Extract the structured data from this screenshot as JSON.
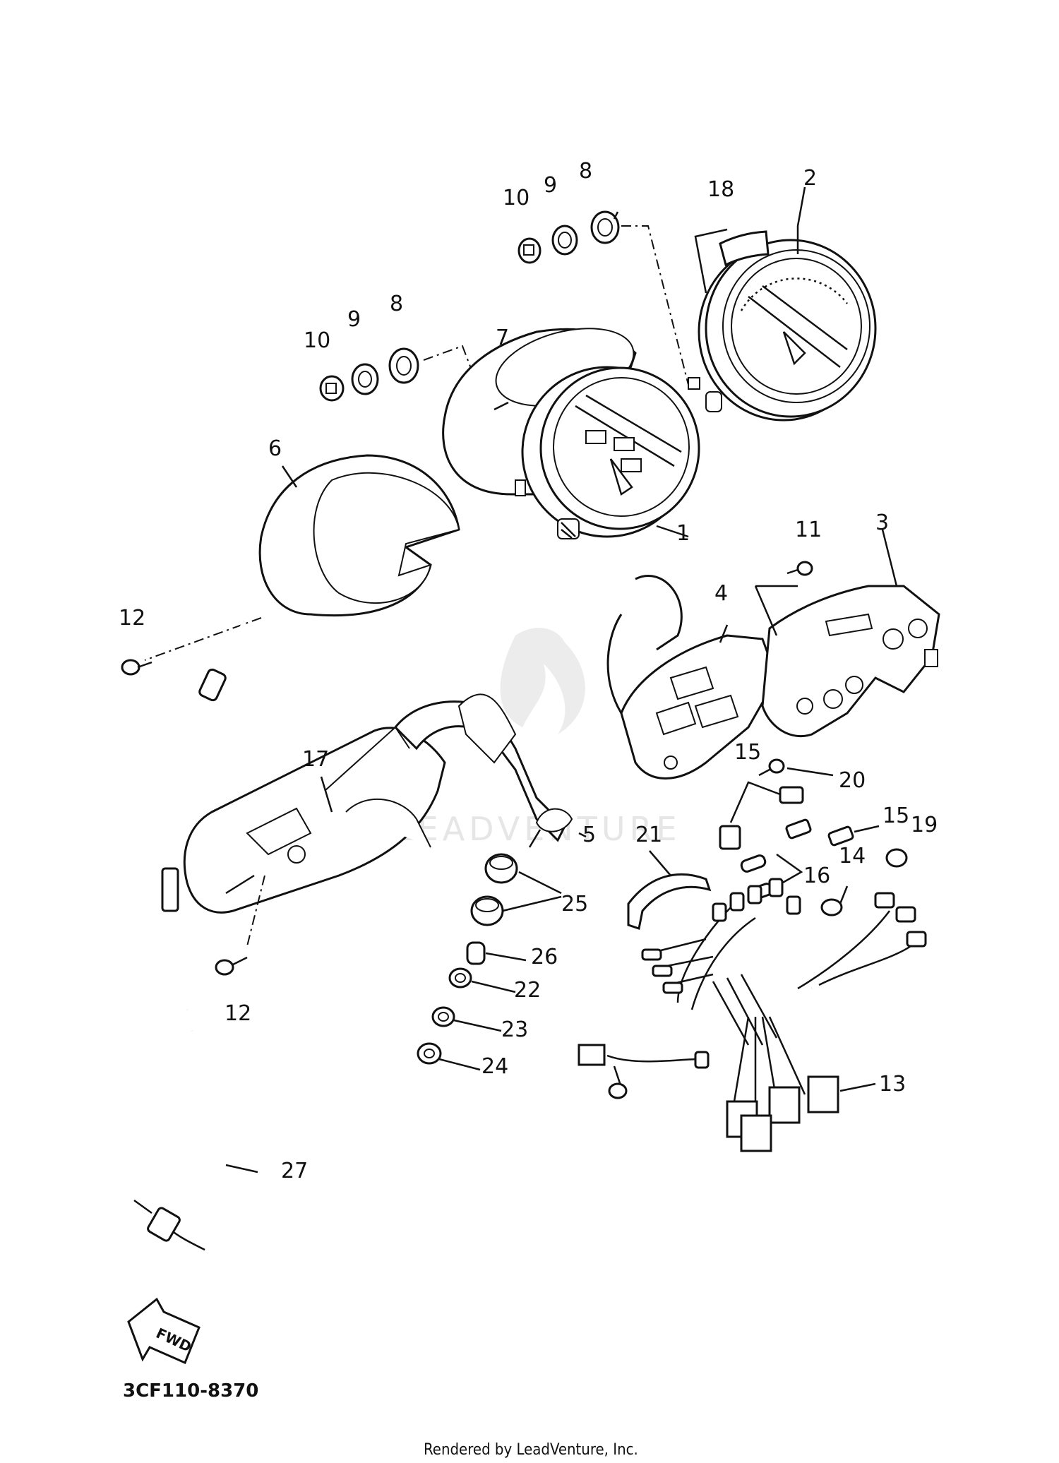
{
  "diagram": {
    "code": "3CF110-8370",
    "footer": "Rendered by LeadVenture, Inc.",
    "watermark": "LEADVENTURE",
    "fwd_label": "FWD",
    "callouts": [
      {
        "id": "c1",
        "label": "1"
      },
      {
        "id": "c2",
        "label": "2"
      },
      {
        "id": "c3",
        "label": "3"
      },
      {
        "id": "c4",
        "label": "4"
      },
      {
        "id": "c5",
        "label": "5"
      },
      {
        "id": "c6",
        "label": "6"
      },
      {
        "id": "c7",
        "label": "7"
      },
      {
        "id": "c8a",
        "label": "8"
      },
      {
        "id": "c8b",
        "label": "8"
      },
      {
        "id": "c9a",
        "label": "9"
      },
      {
        "id": "c9b",
        "label": "9"
      },
      {
        "id": "c10a",
        "label": "10"
      },
      {
        "id": "c10b",
        "label": "10"
      },
      {
        "id": "c11",
        "label": "11"
      },
      {
        "id": "c12a",
        "label": "12"
      },
      {
        "id": "c12b",
        "label": "12"
      },
      {
        "id": "c13",
        "label": "13"
      },
      {
        "id": "c14",
        "label": "14"
      },
      {
        "id": "c15a",
        "label": "15"
      },
      {
        "id": "c15b",
        "label": "15"
      },
      {
        "id": "c16",
        "label": "16"
      },
      {
        "id": "c17",
        "label": "17"
      },
      {
        "id": "c18",
        "label": "18"
      },
      {
        "id": "c19",
        "label": "19"
      },
      {
        "id": "c20",
        "label": "20"
      },
      {
        "id": "c21",
        "label": "21"
      },
      {
        "id": "c22",
        "label": "22"
      },
      {
        "id": "c23",
        "label": "23"
      },
      {
        "id": "c24",
        "label": "24"
      },
      {
        "id": "c25",
        "label": "25"
      },
      {
        "id": "c26",
        "label": "26"
      },
      {
        "id": "c27",
        "label": "27"
      }
    ]
  }
}
